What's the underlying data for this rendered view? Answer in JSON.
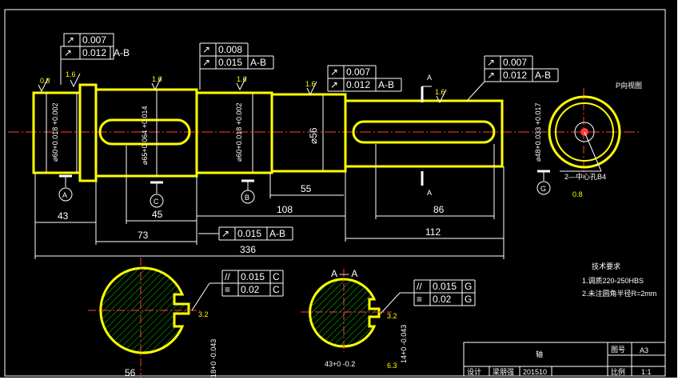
{
  "colors": {
    "background": "#000000",
    "outline": "#ffff00",
    "dimension": "#ffffff",
    "centerline": "#ff3b3b",
    "hatch": "#00d000"
  },
  "tolerance_frames": [
    {
      "sym1": "↗",
      "val1": "0.007",
      "sym2": "↗",
      "val2": "0.012",
      "datum": "A-B"
    },
    {
      "sym1": "↗",
      "val1": "0.008",
      "sym2": "↗",
      "val2": "0.015",
      "datum": "A-B"
    },
    {
      "sym1": "↗",
      "val1": "0.007",
      "sym2": "↗",
      "val2": "0.012",
      "datum": "A-B"
    },
    {
      "sym1": "↗",
      "val1": "0.007",
      "sym2": "↗",
      "val2": "0.012",
      "datum": "A-B"
    }
  ],
  "runout_frame": {
    "sym": "↗",
    "value": "0.015",
    "datum": "A-B"
  },
  "section_frames": [
    {
      "row1_sym": "//",
      "row1_val": "0.015",
      "row1_datum": "C",
      "row2_sym": "≡",
      "row2_val": "0.02",
      "row2_datum": "C"
    },
    {
      "row1_sym": "//",
      "row1_val": "0.015",
      "row1_datum": "G",
      "row2_sym": "≡",
      "row2_val": "0.02",
      "row2_datum": "G"
    }
  ],
  "diameters": {
    "d1": "⌀60+0.018 +0.002",
    "d2": "⌀65+0.064 +0.014",
    "d3": "⌀60+0.018 +0.002",
    "d4": "⌀56",
    "d5": "⌀48+0.033 +0.017"
  },
  "datum_labels": [
    "A",
    "C",
    "B",
    "G"
  ],
  "section_marks": {
    "top": "A",
    "bottom": "A",
    "title": "A — A"
  },
  "dimensions": [
    "43",
    "45",
    "108",
    "55",
    "86",
    "73",
    "112",
    "336"
  ],
  "section_dims": {
    "left_depth": "18+0 -0.043",
    "left_width": "56",
    "right_depth": "14+0 -0.043",
    "right_width": "43+0 -0.2"
  },
  "roughness": [
    "0.8",
    "1.6",
    "1.6",
    "1.6",
    "1.6",
    "1.6",
    "3.2",
    "3.2",
    "6.3",
    "0.8"
  ],
  "view_label": "P向视图",
  "center_hole_label": "2—中心孔B4",
  "tech_requirements": {
    "title": "技术要求",
    "items": [
      "1.调质220-250HBS",
      "2.未注圆角半径R=2mm"
    ]
  },
  "title_block": {
    "part_name": "轴",
    "sheet_label": "图号",
    "sheet_value": "A3",
    "ratio_label": "比例",
    "ratio_value": "1:1",
    "designer_label": "设计",
    "designer_name": "梁朋强",
    "date": "201510"
  }
}
